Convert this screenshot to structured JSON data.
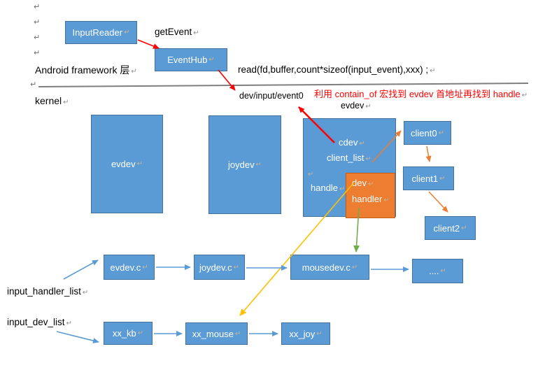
{
  "pilcrow": "↵",
  "layers": {
    "framework": "Android framework 层",
    "kernel": "kernel"
  },
  "annotations": {
    "get_event": "getEvent",
    "read_call": "read(fd,buffer,count*sizeof(input_event),xxx) ;",
    "dev_node": "dev/input/event0",
    "contain_of_note": "利用 contain_of 宏找到 evdev 首地址再找到 handle",
    "evdev_caption": "evdev",
    "input_handler_list": "input_handler_list",
    "input_dev_list": "input_dev_list"
  },
  "nodes": {
    "input_reader": "InputReader",
    "event_hub": "EventHub",
    "evdev": "evdev",
    "joydev": "joydev",
    "cdev": "cdev",
    "client_list": "client_list",
    "handle": "handle",
    "dev": "dev",
    "handler": "handler",
    "client0": "client0",
    "client1": "client1",
    "client2": "client2",
    "evdev_c": "evdev.c",
    "joydev_c": "joydev.c",
    "mousedev_c": "mousedev.c",
    "dots": "....",
    "xx_kb": "xx_kb",
    "xx_mouse": "xx_mouse",
    "xx_joy": "xx_joy"
  },
  "colors": {
    "node_fill": "#5b9bd5",
    "node_border": "#41719c",
    "accent_fill": "#ed7d31",
    "accent_border": "#c55a11",
    "arrow_red": "#ff0000",
    "arrow_orange": "#ed7d31",
    "arrow_blue": "#5b9bd5",
    "arrow_yellow": "#ffc000",
    "arrow_green": "#70ad47",
    "note_red": "#ff0000",
    "divider_gray": "#7f7f7f"
  }
}
